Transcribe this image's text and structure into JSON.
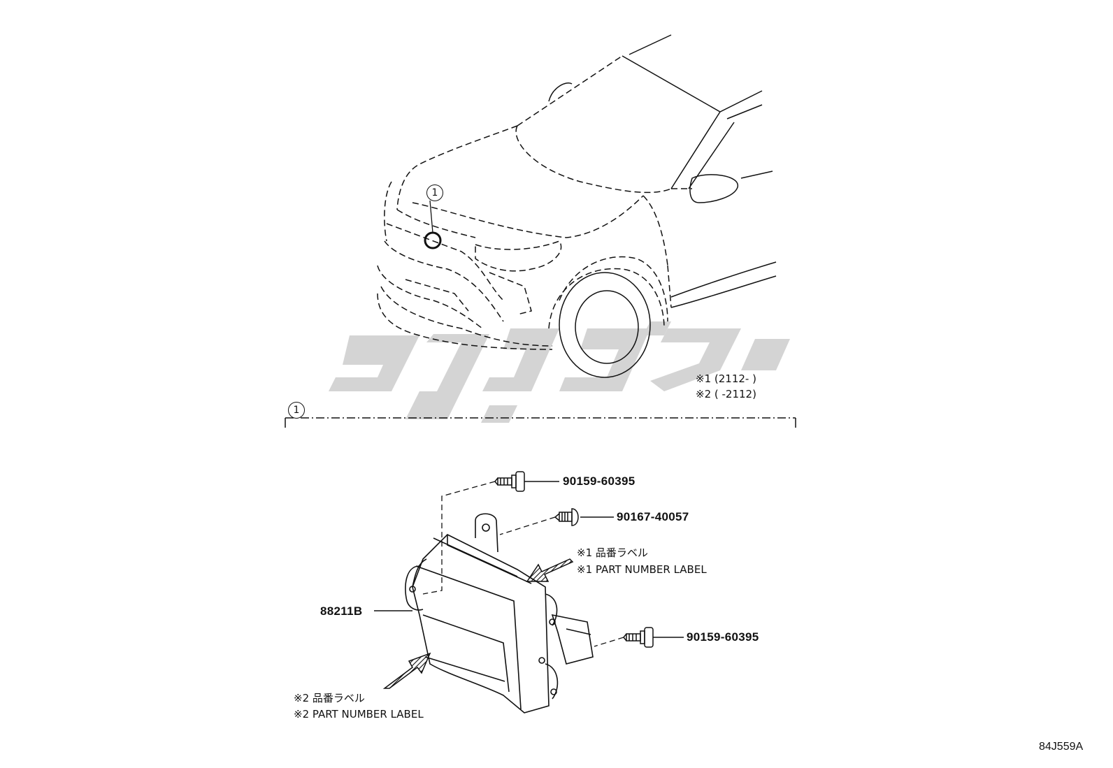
{
  "callouts": {
    "car_callout": "1",
    "section_callout": "1"
  },
  "date_notes": [
    "※1 (2112-      )",
    "※2 (      -2112)"
  ],
  "parts": {
    "bolt_top": "90159-60395",
    "screw": "90167-40057",
    "bolt_right": "90159-60395",
    "sensor": "88211B"
  },
  "labels": {
    "label1_jp": "※1 品番ラベル",
    "label1_en": "※1 PART NUMBER LABEL",
    "label2_jp": "※2 品番ラベル",
    "label2_en": "※2 PART NUMBER LABEL"
  },
  "diagram_code": "84J559A",
  "colors": {
    "line": "#111111",
    "watermark": "#d4d4d4"
  },
  "icons": {
    "watermark": "logo-watermark",
    "arrows": "label-pointer-arrow"
  }
}
